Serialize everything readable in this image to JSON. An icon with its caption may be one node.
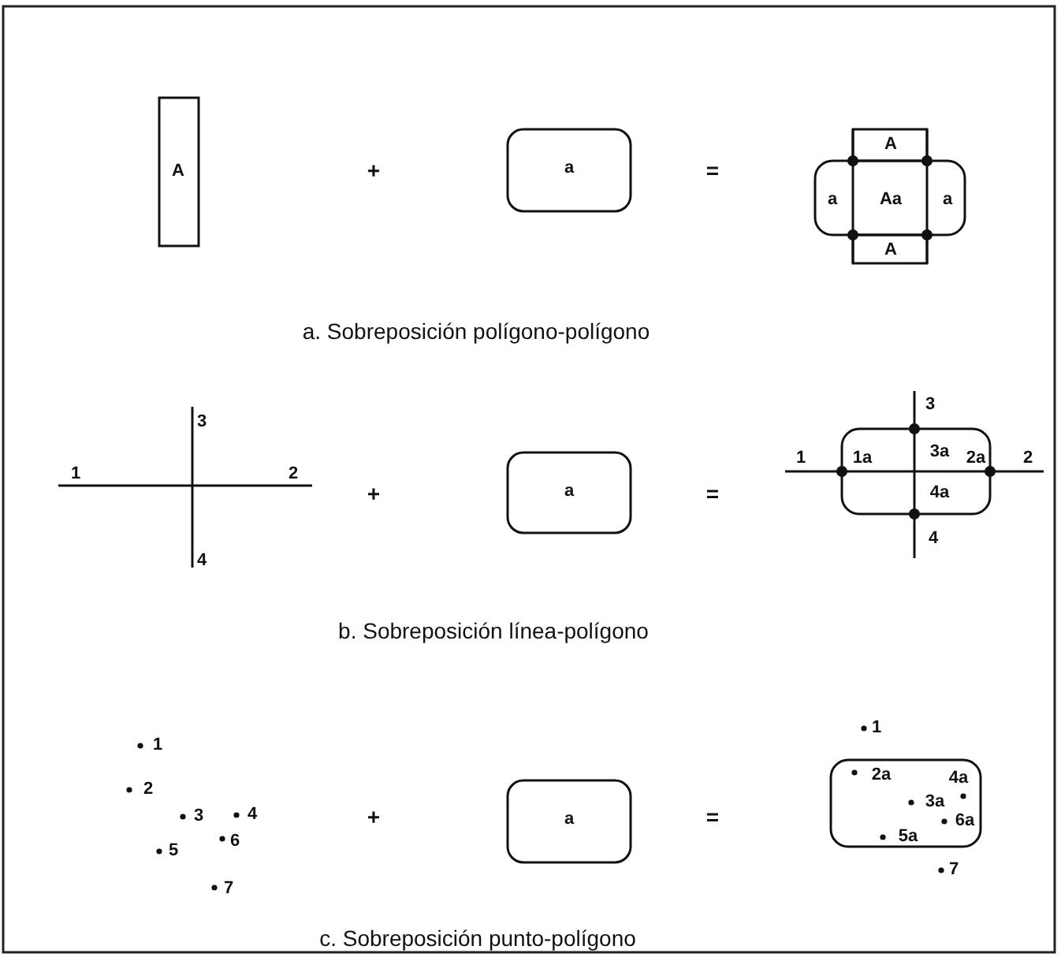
{
  "diagram": {
    "nodes": [
      {
        "text": [
          "A"
        ]
      },
      {
        "text": [
          "a"
        ]
      },
      {
        "text": [
          "A"
        ]
      },
      {
        "text": [
          "a",
          "Aa",
          "a"
        ]
      },
      {
        "text": [
          "A"
        ]
      },
      {
        "text": [
          "a"
        ]
      },
      {
        "text": [
          "1a",
          "3a",
          "2a",
          "4a"
        ]
      },
      {
        "text": [
          "a"
        ]
      },
      {
        "text": [
          "2a",
          "4a",
          "3a",
          "6a",
          "5a"
        ]
      }
    ],
    "edges": [],
    "labels": [
      "+",
      "=",
      "a. Sobreposición polígono-polígono",
      "3",
      "1",
      "2",
      "4",
      "+",
      "=",
      "3",
      "1",
      "2",
      "4",
      "b. Sobreposición línea-polígono",
      "1",
      "2",
      "3",
      "4",
      "5",
      "6",
      "7",
      "+",
      "=",
      "1",
      "7",
      "c. Sobreposición punto-polígono"
    ]
  }
}
